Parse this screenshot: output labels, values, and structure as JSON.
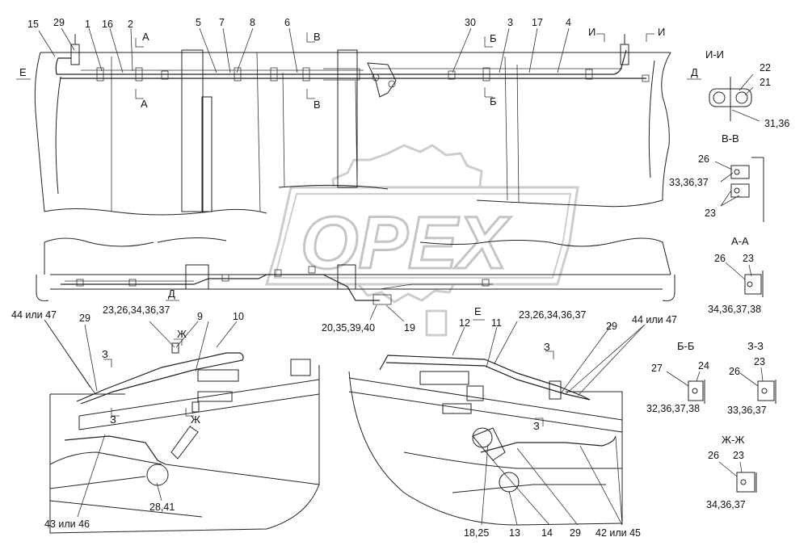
{
  "watermark": {
    "text": "OPEX",
    "color": "#c8c8c8"
  },
  "callouts": [
    {
      "t": "15"
    },
    {
      "t": "29"
    },
    {
      "t": "1"
    },
    {
      "t": "16"
    },
    {
      "t": "2"
    },
    {
      "t": "5"
    },
    {
      "t": "7"
    },
    {
      "t": "8"
    },
    {
      "t": "6"
    },
    {
      "t": "30"
    },
    {
      "t": "3"
    },
    {
      "t": "17"
    },
    {
      "t": "4"
    },
    {
      "t": "20,35,39,40"
    },
    {
      "t": "19"
    },
    {
      "t": "44 или 47"
    },
    {
      "t": "29"
    },
    {
      "t": "23,26,34,36,37"
    },
    {
      "t": "9"
    },
    {
      "t": "10"
    },
    {
      "t": "12"
    },
    {
      "t": "11"
    },
    {
      "t": "23,26,34,36,37"
    },
    {
      "t": "29"
    },
    {
      "t": "44 или 47"
    },
    {
      "t": "43 или 46"
    },
    {
      "t": "28,41"
    },
    {
      "t": "18,25"
    },
    {
      "t": "13"
    },
    {
      "t": "14"
    },
    {
      "t": "29"
    },
    {
      "t": "42 или 45"
    }
  ],
  "section_marks": [
    {
      "t": "А"
    },
    {
      "t": "А"
    },
    {
      "t": "В"
    },
    {
      "t": "В"
    },
    {
      "t": "Б"
    },
    {
      "t": "Б"
    },
    {
      "t": "И"
    },
    {
      "t": "И"
    },
    {
      "t": "Е"
    },
    {
      "t": "Д"
    },
    {
      "t": "Д"
    },
    {
      "t": "Е"
    },
    {
      "t": "Ж"
    },
    {
      "t": "Ж"
    },
    {
      "t": "З"
    },
    {
      "t": "З"
    },
    {
      "t": "З"
    },
    {
      "t": "З"
    }
  ],
  "sections": [
    {
      "title": "И-И",
      "labels": [
        "22",
        "21",
        "31,36"
      ]
    },
    {
      "title": "В-В",
      "labels": [
        "26",
        "33,36,37",
        "23"
      ]
    },
    {
      "title": "А-А",
      "labels": [
        "26",
        "23",
        "34,36,37,38"
      ]
    },
    {
      "title": "Б-Б",
      "labels": [
        "27",
        "24",
        "32,36,37,38"
      ]
    },
    {
      "title": "З-З",
      "labels": [
        "23",
        "26",
        "33,36,37"
      ]
    },
    {
      "title": "Ж-Ж",
      "labels": [
        "26",
        "23",
        "34,36,37"
      ]
    }
  ]
}
